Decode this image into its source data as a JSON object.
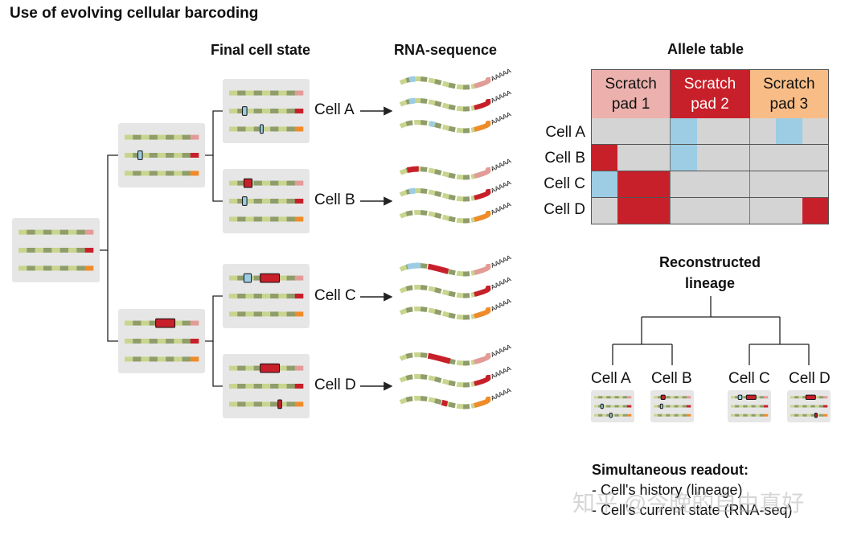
{
  "title": "Use of evolving cellular barcoding",
  "headers": {
    "final_cell_state": "Final cell state",
    "rna_sequence": "RNA-sequence",
    "allele_table": "Allele table",
    "reconstructed_lineage": [
      "Reconstructed",
      "lineage"
    ]
  },
  "cells": [
    "Cell A",
    "Cell B",
    "Cell C",
    "Cell D"
  ],
  "poly_a": "AAAAA",
  "allele_table": {
    "columns": [
      {
        "label": [
          "Scratch",
          "pad 1"
        ],
        "color": "#ecb0ad"
      },
      {
        "label": [
          "Scratch",
          "pad 2"
        ],
        "color": "#c8202a",
        "text_color": "#ffffff"
      },
      {
        "label": [
          "Scratch",
          "pad 3"
        ],
        "color": "#f8bd87"
      }
    ],
    "rows": [
      {
        "label": "Cell A",
        "cells": [
          [
            "g",
            "g",
            "g"
          ],
          [
            "b",
            "g",
            "g"
          ],
          [
            "g",
            "b",
            "g"
          ]
        ]
      },
      {
        "label": "Cell B",
        "cells": [
          [
            "r",
            "g",
            "g"
          ],
          [
            "b",
            "g",
            "g"
          ],
          [
            "g",
            "g",
            "g"
          ]
        ]
      },
      {
        "label": "Cell C",
        "cells": [
          [
            "b",
            "r",
            "r"
          ],
          [
            "g",
            "g",
            "g"
          ],
          [
            "g",
            "g",
            "g"
          ]
        ]
      },
      {
        "label": "Cell D",
        "cells": [
          [
            "g",
            "r",
            "r"
          ],
          [
            "g",
            "g",
            "g"
          ],
          [
            "g",
            "g",
            "r"
          ]
        ]
      }
    ]
  },
  "readout": {
    "heading": "Simultaneous readout:",
    "items": [
      "- Cell's history (lineage)",
      "- Cell's current state (RNA-seq)"
    ]
  },
  "watermark": "知乎 @今晚的自由真好",
  "colors": {
    "barcode_light": "#c9d58e",
    "barcode_dark": "#8f9d6a",
    "edit_red": "#c8202a",
    "edit_blue": "#9ccde4",
    "scratch_pink": "#e39b98",
    "scratch_orange": "#f08b2a",
    "box_bg": "#e6e6e6",
    "table_grey": "#d4d4d4"
  }
}
